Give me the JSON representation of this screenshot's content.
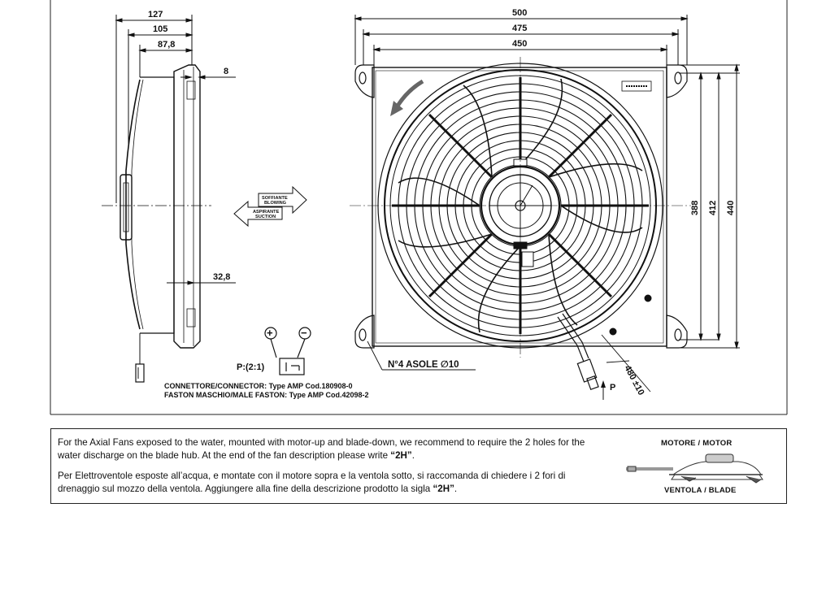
{
  "dimensions": {
    "side_127": "127",
    "side_105": "105",
    "side_87_8": "87,8",
    "side_8": "8",
    "side_32_8": "32,8",
    "front_500": "500",
    "front_475": "475",
    "front_450": "450",
    "front_388": "388",
    "front_412": "412",
    "front_440": "440",
    "cable_length": "480 ±10"
  },
  "airflow": {
    "blowing_it": "SOFFIANTE",
    "blowing_en": "BLOWING",
    "suction_it": "ASPIRANTE",
    "suction_en": "SUCTION"
  },
  "electrical": {
    "plus_symbol": "+",
    "minus_symbol": "−",
    "pin_label": "P:(2:1)",
    "connector_line": "CONNETTORE/CONNECTOR: Type AMP Cod.180908-0",
    "faston_line": "FASTON MASCHIO/MALE FASTON: Type AMP  Cod.42098-2"
  },
  "mounting": {
    "slots_label": "N°4 ASOLE ∅10",
    "p_label": "P"
  },
  "notes": {
    "en_pre": "For the Axial Fans exposed to the water, mounted  with motor-up and blade-down, we recommend  to require the 2 holes for the water discharge on the blade hub.   At the end of the fan description please write ",
    "en_code": "“2H”",
    "en_post": ".",
    "it_pre": "Per Elettroventole esposte all’acqua, e montate con il motore sopra e la ventola sotto, si raccomanda di chiedere i  2 fori di drenaggio sul mozzo della ventola.    Aggiungere alla fine della descrizione prodotto la sigla ",
    "it_code": "“2H”",
    "it_post": ".",
    "motor_label": "MOTORE / MOTOR",
    "blade_label": "VENTOLA / BLADE"
  }
}
